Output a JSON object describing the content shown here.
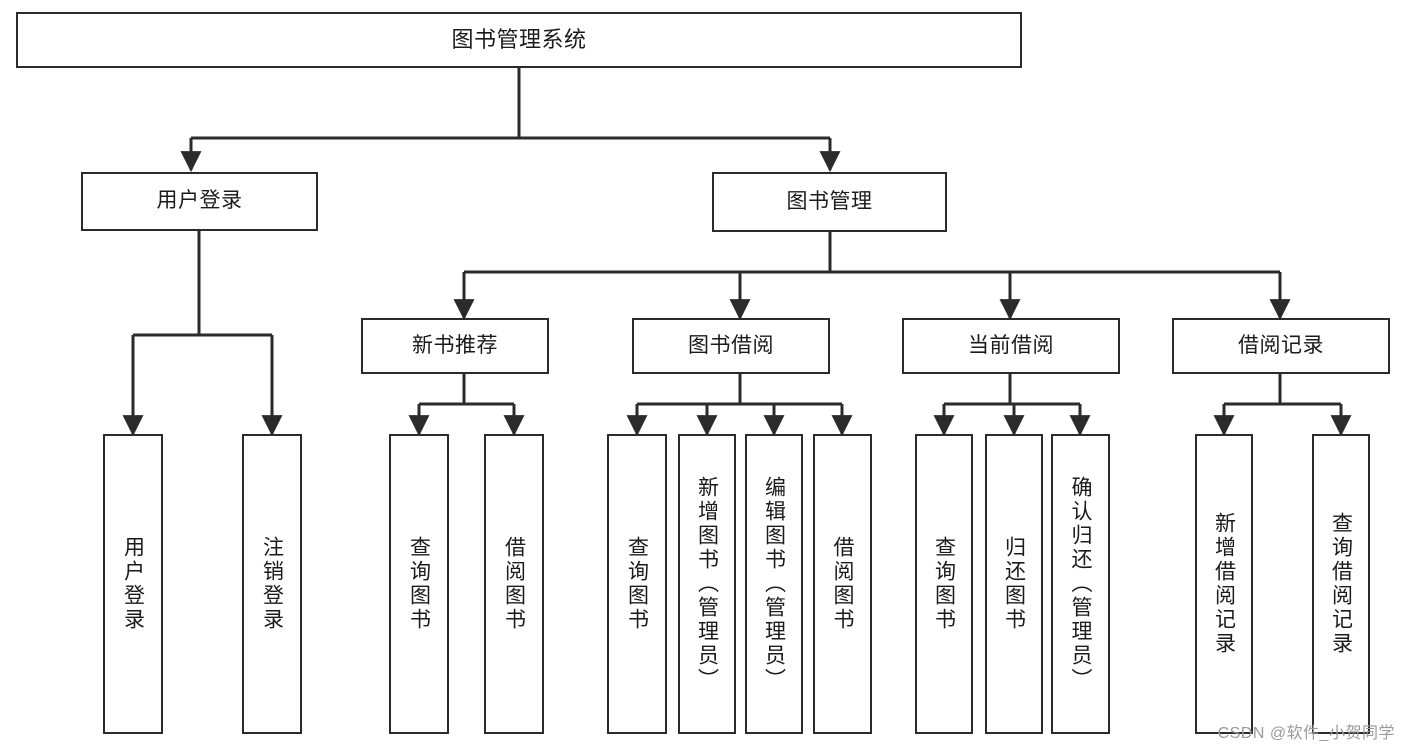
{
  "diagram": {
    "title": "图书管理系统",
    "type": "tree-hierarchy",
    "watermark": "CSDN @软件_小贺同学",
    "colors": {
      "box_border": "#2b2b2b",
      "box_fill": "#ffffff",
      "connector": "#2b2b2b",
      "text": "#1b1b1b",
      "watermark": "#9a9a9a"
    }
  },
  "nodes": {
    "root": {
      "label": "图书管理系统"
    },
    "level1": [
      {
        "label": "用户登录"
      },
      {
        "label": "图书管理"
      }
    ],
    "level2": [
      {
        "label": "新书推荐"
      },
      {
        "label": "图书借阅"
      },
      {
        "label": "当前借阅"
      },
      {
        "label": "借阅记录"
      }
    ],
    "leaves": {
      "user_login": [
        {
          "label": "用户登录"
        },
        {
          "label": "注销登录"
        }
      ],
      "new_book_recommend": [
        {
          "label": "查询图书"
        },
        {
          "label": "借阅图书"
        }
      ],
      "book_borrow": [
        {
          "label": "查询图书"
        },
        {
          "label": "新增图书（管理员）"
        },
        {
          "label": "编辑图书（管理员）"
        },
        {
          "label": "借阅图书"
        }
      ],
      "current_borrow": [
        {
          "label": "查询图书"
        },
        {
          "label": "归还图书"
        },
        {
          "label": "确认归还（管理员）"
        }
      ],
      "borrow_records": [
        {
          "label": "新增借阅记录"
        },
        {
          "label": "查询借阅记录"
        }
      ]
    }
  }
}
